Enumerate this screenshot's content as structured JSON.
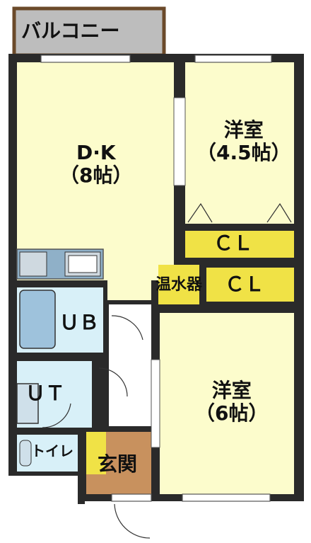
{
  "rooms": {
    "balcony": "バルコニー",
    "dk": "D·K\n（8帖）",
    "western_small": "洋室\n（4.5帖）",
    "closet_1": "ＣＬ",
    "closet_2": "ＣＬ",
    "water_heater": "温水器",
    "unit_bath": "ＵＢ",
    "utility": "ＵＴ",
    "western_large": "洋室\n（6帖）",
    "toilet": "トイレ",
    "entrance": "玄関"
  },
  "colors": {
    "room_fill": "#fcfccc",
    "closet_fill": "#f0e246",
    "wet_fill": "#d8f0f8",
    "balcony_fill": "#bdbdbd",
    "wall": "#2a2a2a",
    "entrance_floor": "#c8915e",
    "entrance_step": "#f0e246",
    "kitchen_counter": "#8fb0c8"
  }
}
